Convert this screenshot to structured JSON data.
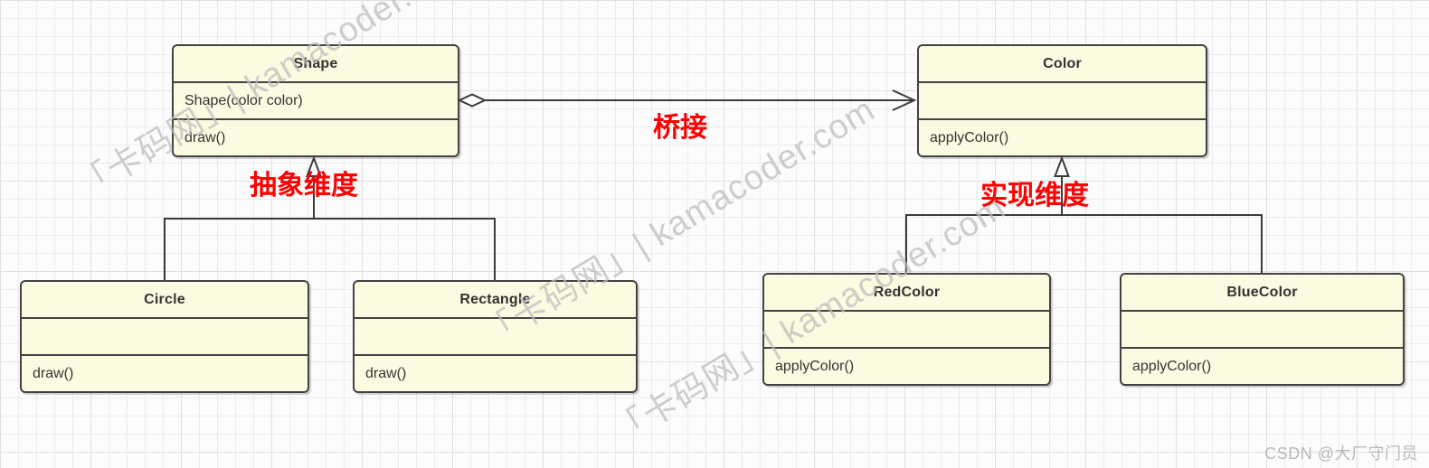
{
  "diagram": {
    "classes": {
      "shape": {
        "name": "Shape",
        "attrs": "Shape(color color)",
        "methods": "draw()"
      },
      "color": {
        "name": "Color",
        "attrs": "",
        "methods": "applyColor()"
      },
      "circle": {
        "name": "Circle",
        "attrs": "",
        "methods": "draw()"
      },
      "rectangle": {
        "name": "Rectangle",
        "attrs": "",
        "methods": "draw()"
      },
      "red_color": {
        "name": "RedColor",
        "attrs": "",
        "methods": "applyColor()"
      },
      "blue_color": {
        "name": "BlueColor",
        "attrs": "",
        "methods": "applyColor()"
      }
    },
    "labels": {
      "bridge": "桥接",
      "abstraction": "抽象维度",
      "implementation": "实现维度"
    },
    "colors": {
      "class_fill": "#fbfbe2",
      "class_border": "#424242",
      "label_red": "#ff0000",
      "watermark_gray": "#bbbbbb",
      "credit_gray": "#b8b8b8"
    }
  },
  "watermark": {
    "text": "「卡码网」| kamacoder.com"
  },
  "footer": {
    "credit": "CSDN @大厂守门员"
  }
}
